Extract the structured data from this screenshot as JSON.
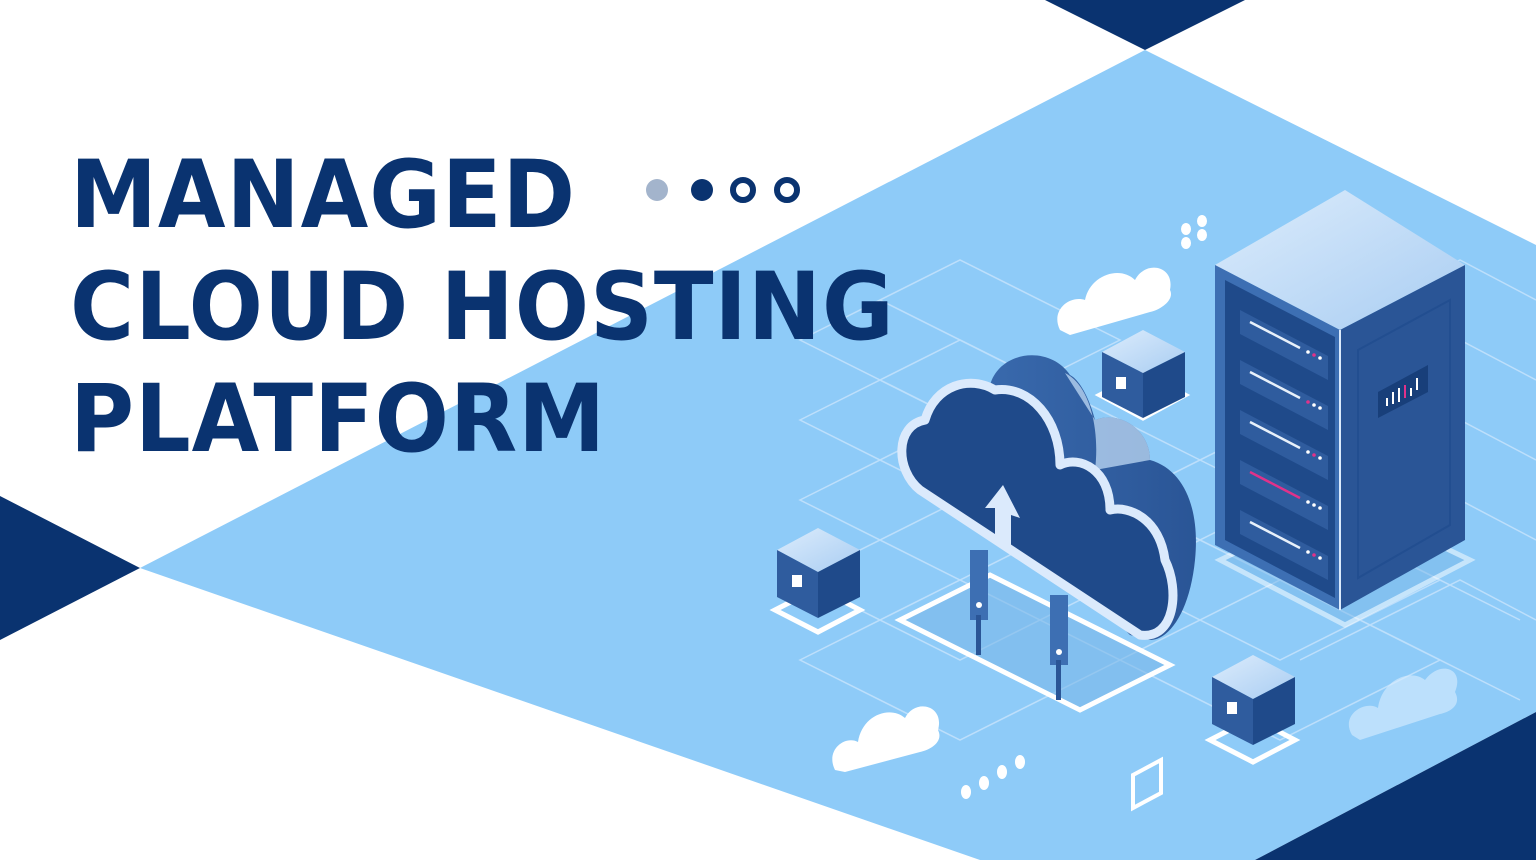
{
  "banner": {
    "headline": {
      "line1": "MANAGED",
      "line2": "CLOUD HOSTING",
      "line3": "PLATFORM"
    },
    "decorative_dots": [
      "filled-grey",
      "filled-navy",
      "ring-navy",
      "ring-navy"
    ]
  },
  "illustration": {
    "subject": "isometric cloud hosting scene",
    "elements": [
      "server-rack",
      "cloud-upload",
      "cube-node",
      "cube-node",
      "cube-node",
      "small-cloud",
      "small-cloud",
      "faint-cloud",
      "grid-tiles"
    ],
    "server_units": 5,
    "upload_icon": "arrow-up-icon"
  },
  "colors": {
    "navy": "#0a3370",
    "light_blue": "#8ecbf8",
    "mid_blue": "#2f5c9e",
    "dark_face": "#1f4a8a",
    "top_face": "#c9e2fb",
    "grey_dot": "#a3b4cc",
    "accent_pink": "#e0328a",
    "white": "#ffffff"
  }
}
